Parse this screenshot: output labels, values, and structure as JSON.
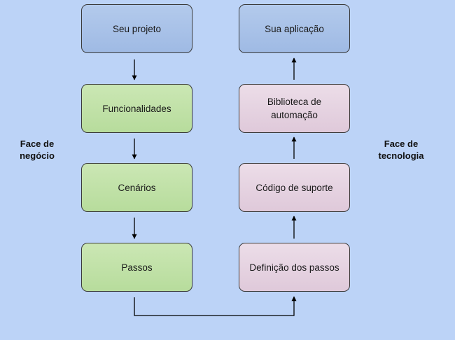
{
  "boxes": {
    "seu_projeto": "Seu projeto",
    "funcionalidades": "Funcionalidades",
    "cenarios": "Cenários",
    "passos": "Passos",
    "sua_aplicacao": "Sua aplicação",
    "biblioteca": "Biblioteca de automação",
    "codigo_suporte": "Código de suporte",
    "definicao_passos": "Definição dos passos"
  },
  "labels": {
    "face_negocio": "Face de\nnegócio",
    "face_tecnologia": "Face de\ntecnologia"
  },
  "colors": {
    "background": "#bcd3f7",
    "blue_box": "#a8c1e8",
    "green_box": "#c1e1a8",
    "pink_box": "#e6d3e1",
    "stroke": "#000000"
  }
}
